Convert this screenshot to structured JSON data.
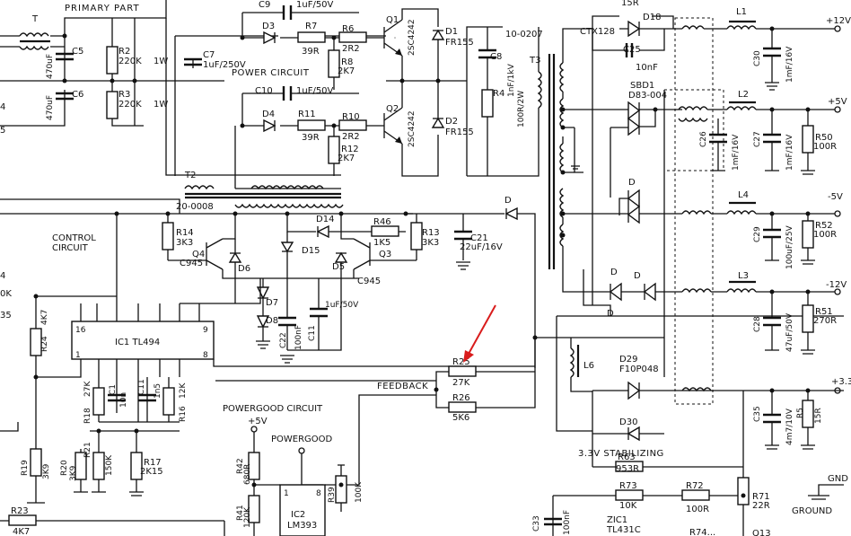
{
  "sections": {
    "primary": "PRIMARY PART",
    "power": "POWER CIRCUIT",
    "control_line1": "CONTROL",
    "control_line2": "CIRCUIT",
    "powergood_circuit": "POWERGOOD CIRCUIT",
    "stabilizing": "3.3V STABILIZING",
    "feedback": "FEEDBACK",
    "powergood": "POWERGOOD"
  },
  "ics": {
    "ic1": "IC1  TL494",
    "ic1_pin16": "16",
    "ic1_pin9": "9",
    "ic1_pin1": "1",
    "ic1_pin8": "8",
    "ic2": "IC2",
    "ic2_part": "LM393",
    "ic2_pin1": "1",
    "ic2_pin8": "8",
    "zic1": "ZIC1",
    "zic1_part": "TL431C"
  },
  "rails": {
    "p12": "+12V",
    "p5": "+5V",
    "n5": "-5V",
    "n12": "-12V",
    "p33": "+3.3",
    "p5_pg": "+5V",
    "gnd": "GND",
    "ground": "GROUND"
  },
  "labels": {
    "T": "T",
    "C5": "C5",
    "C5v": "470uF",
    "C6": "C6",
    "C6v": "470uF",
    "R2": "R2",
    "R2v": "220K",
    "R2w": "1W",
    "R3": "R3",
    "R3v": "220K",
    "R3w": "1W",
    "C7": "C7",
    "C7v": "1uF/250V",
    "C9": "C9",
    "C9v": "1uF/50V",
    "C10": "C10",
    "C10v": "1uF/50V",
    "D3": "D3",
    "D4": "D4",
    "R7": "R7",
    "R7v": "39R",
    "R11": "R11",
    "R11v": "39R",
    "R6": "R6",
    "R6v": "2R2",
    "R10": "R10",
    "R10v": "2R2",
    "R8": "R8",
    "R8v": "2K7",
    "R12": "R12",
    "R12v": "2K7",
    "Q1": "Q1",
    "Q1p": "2SC4242",
    "Q2": "Q2",
    "Q2p": "2SC4242",
    "D1": "D1",
    "D1p": "FR155",
    "D2": "D2",
    "D2p": "FR155",
    "T1code": "10-0207",
    "C8": "C8",
    "C8v1": "1nF/1kV",
    "R4": "R4",
    "R4v": "100R/2W",
    "T3": "T3",
    "T2": "T2",
    "T2code": "20-0008",
    "R14": "R14",
    "R14v": "3K3",
    "D14": "D14",
    "R46": "R46",
    "R46v": "1K5",
    "R13": "R13",
    "R13v": "3K3",
    "C21": "C21",
    "C21v": "22uF/16V",
    "Q4": "Q4",
    "Q4p": "C945",
    "D6": "D6",
    "D15": "D15",
    "D5": "D5",
    "Q3": "Q3",
    "Q3p": "C945",
    "D7": "D7",
    "D8": "D8",
    "C22": "C22",
    "C22v": "100nF",
    "C11": "C11",
    "C11v": "1uF/50V",
    "D": "D",
    "R24": "R24",
    "R24v": "4K7",
    "R18": "R18",
    "R18v": "27K",
    "C1": "C1",
    "C1v": "10n",
    "C11b": "C11",
    "C11bv": "1n5",
    "R16": "R16",
    "R16v": "12K",
    "R19": "R19",
    "R19v": "3K9",
    "R20": "R20",
    "R20v": "3K9",
    "R21": "R21",
    "R21v": "150K",
    "R17": "R17",
    "R17v": "2K15",
    "R23": "R23",
    "R23v": "4K7",
    "R25": "R25",
    "R25v": "27K",
    "R26": "R26",
    "R26v": "5K6",
    "R42": "R42",
    "R42v": "680R",
    "R41": "R41",
    "R41v": "120K",
    "R39": "R39",
    "R39v": "100K",
    "L6": "L6",
    "D29": "D29",
    "D29p": "F10P048",
    "D30": "D30",
    "R63": "R63",
    "R63v": "953R",
    "R73": "R73",
    "R73v": "10K",
    "R72": "R72",
    "R72v": "100R",
    "R74": "R74...",
    "C33": "C33",
    "C33v": "100nF",
    "R71": "R71",
    "R71v": "22R",
    "Q13": "Q13",
    "D18": "D18",
    "D18c": "15R",
    "CTX": "CTX128",
    "C25": "C25",
    "C25v": "10nF",
    "SBD1": "SBD1",
    "SBD1p": "D83-004",
    "L1": "L1",
    "L2": "L2",
    "L4": "L4",
    "L3": "L3",
    "C30": "C30",
    "C30v": "1mF/16V",
    "C26": "C26",
    "C26v": "1mF/16V",
    "C27": "C27",
    "C27v": "1mF/16V",
    "C29": "C29",
    "C29v": "100uF/25V",
    "C28": "C28",
    "C28v": "47uF/50V",
    "C35": "C35",
    "C35v": "4m7/10V",
    "R50": "R50",
    "R50v": "100R",
    "R52": "R52",
    "R52v": "100R",
    "R51": "R51",
    "R51v": "270R",
    "R5": "R5",
    "R5v": "15R",
    "left1": "4",
    "left2": "5",
    "left3": "0K",
    "left4": "35",
    "left5": "4"
  }
}
